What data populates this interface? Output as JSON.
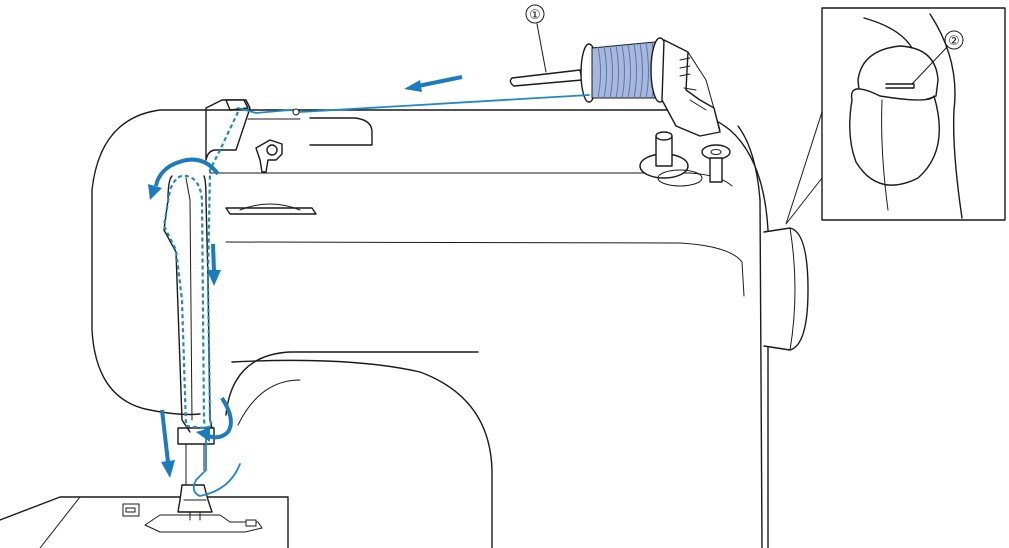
{
  "callouts": {
    "spool_pin": "①",
    "spool_notch": "②"
  },
  "colors": {
    "thread": "#1d8ac7",
    "arrow": "#1a7bbf",
    "spool_body": "#a6b8dc",
    "spool_lines": "#5c76b2",
    "outline": "#1a1a1a",
    "background": "#ffffff"
  },
  "icons": [
    "direction-arrow",
    "thread-path",
    "spool",
    "spool-pin",
    "balance-wheel",
    "presser-foot"
  ]
}
